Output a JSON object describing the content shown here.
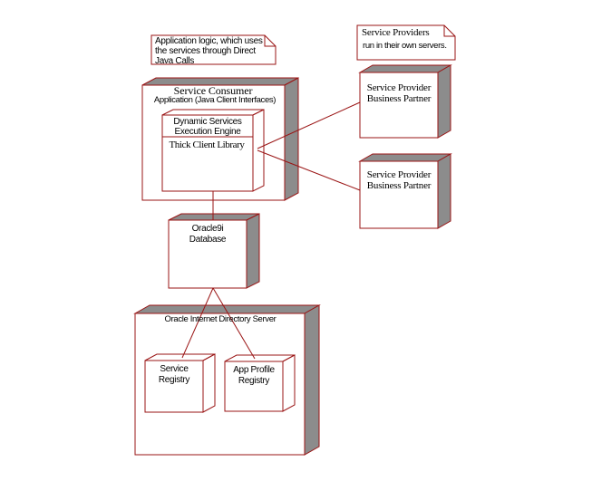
{
  "diagram_type": "uml-deployment-diagram",
  "colors": {
    "line": "#9a1414",
    "node_side": "#8c8c8c",
    "node_face": "#ffffff",
    "background": "#ffffff",
    "text": "#000000"
  },
  "notes": {
    "app_logic": {
      "line1": "Application logic, which uses",
      "line2": "the services through Direct",
      "line3": "Java Calls"
    },
    "service_providers": {
      "line1": "Service Providers",
      "line2": "run in their own servers."
    }
  },
  "nodes": {
    "service_consumer": {
      "line1": "Service Consumer",
      "line2": "Application (Java Client Interfaces)"
    },
    "execution_engine": {
      "line1": "Dynamic Services",
      "line2": "Execution Engine"
    },
    "thick_client_library": {
      "label": "Thick Client Library"
    },
    "service_provider_1": {
      "line1": "Service Provider",
      "line2": "Business Partner"
    },
    "service_provider_2": {
      "line1": "Service Provider",
      "line2": "Business Partner"
    },
    "oracle9i_database": {
      "line1": "Oracle9i",
      "line2": "Database"
    },
    "oid_server": {
      "title": "Oracle Internet Directory Server"
    },
    "service_registry": {
      "line1": "Service",
      "line2": "Registry"
    },
    "app_profile_registry": {
      "line1": "App Profile",
      "line2": "Registry"
    }
  },
  "edges": [
    {
      "from": "thick-client-library",
      "to": "service-provider-business-partner-1"
    },
    {
      "from": "thick-client-library",
      "to": "service-provider-business-partner-2"
    },
    {
      "from": "service-consumer-application",
      "to": "oracle9i-database"
    },
    {
      "from": "oracle9i-database",
      "to": "service-registry"
    },
    {
      "from": "oracle9i-database",
      "to": "app-profile-registry"
    }
  ]
}
